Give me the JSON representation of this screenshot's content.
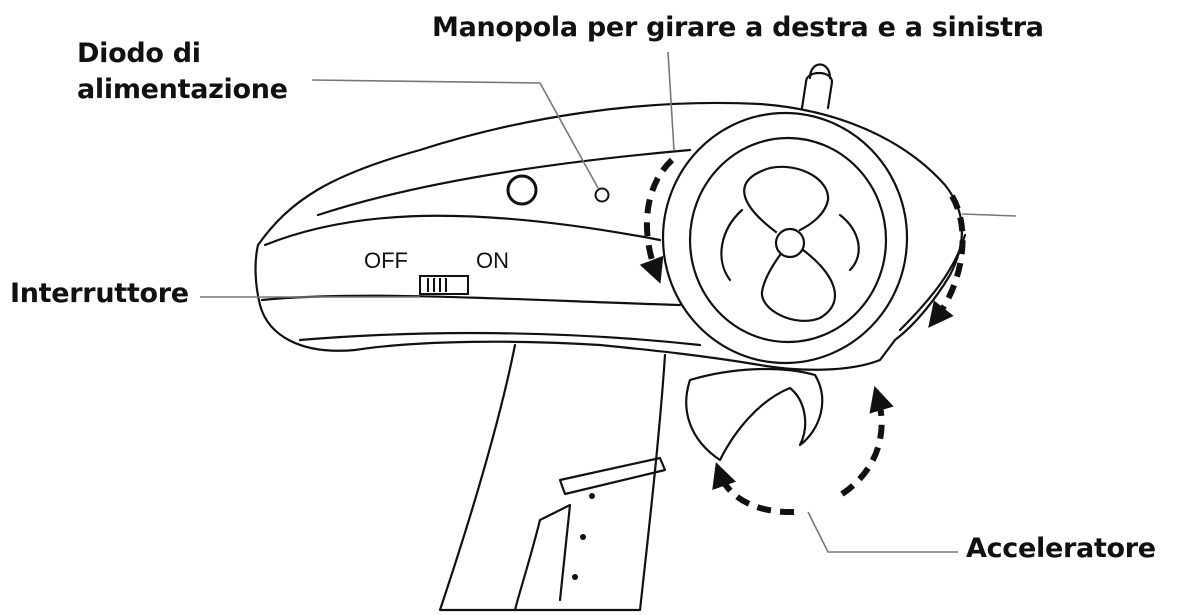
{
  "labels": {
    "power_led": [
      "Diodo di",
      "alimentazione"
    ],
    "steering_knob": "Manopola per girare a destra e a sinistra",
    "power_switch": "Interruttore",
    "throttle": "Acceleratore"
  },
  "switch_marks": {
    "off": "OFF",
    "on": "ON"
  },
  "colors": {
    "ink": "#111111",
    "leader": "#777777",
    "background": "#ffffff"
  }
}
